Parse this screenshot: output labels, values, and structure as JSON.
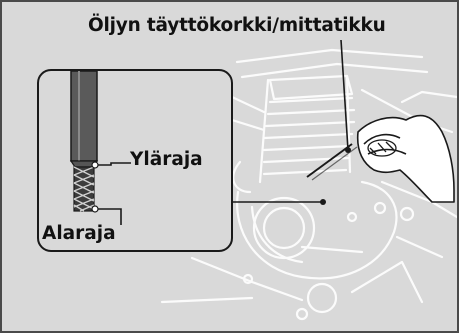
{
  "labels": {
    "filler_cap_dipstick": "Öljyn täyttökorkki/mittatikku",
    "upper_level": "Yläraja",
    "lower_level": "Alaraja"
  },
  "colors": {
    "background": "#d9d9d9",
    "line": "#1a1a1a",
    "text": "#111111"
  }
}
